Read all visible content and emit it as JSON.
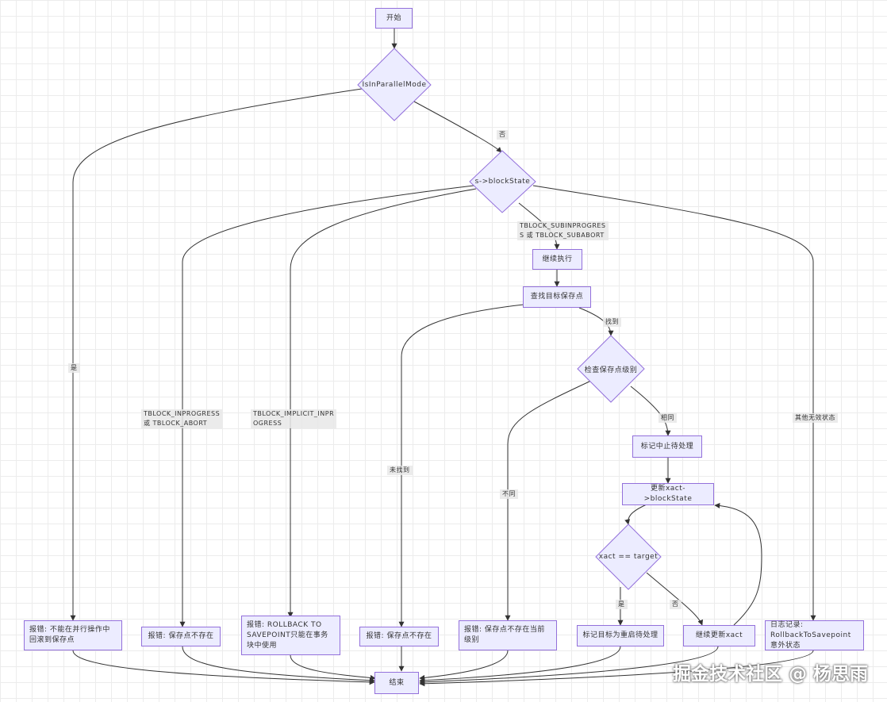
{
  "nodes": {
    "start": "开始",
    "is_parallel": "IsInParallelMode",
    "block_state": "s->blockState",
    "continue_exec": "继续执行",
    "find_savepoint": "查找目标保存点",
    "check_level": "检查保存点级别",
    "mark_abort_pending": "标记中止待处理",
    "update_xact_state": "更新xact->blockState",
    "xact_eq_target": "xact == target",
    "err_parallel": "报错: 不能在并行操作中回滚到保存点",
    "err_no_savepoint": "报错: 保存点不存在",
    "err_rollback_tx_block": "报错: ROLLBACK TO SAVEPOINT只能在事务块中使用",
    "err_not_found": "报错: 保存点不存在",
    "err_not_current_level": "报错: 保存点不存在当前级别",
    "mark_restart_pending": "标记目标为重启待处理",
    "continue_update_xact": "继续更新xact",
    "log_rollback": "日志记录: RollbackToSavepoint意外状态",
    "end": "结束"
  },
  "edge_labels": {
    "no": "否",
    "yes": "是",
    "subinprogress": "TBLOCK_SUBINPROGRES\nS 或 TBLOCK_SUBABORT",
    "inprogress": "TBLOCK_INPROGRESS\n或 TBLOCK_ABORT",
    "implicit": "TBLOCK_IMPLICIT_INPR\nOGRESS",
    "other_invalid": "其他无效状态",
    "found": "找到",
    "not_found": "未找到",
    "same": "相同",
    "different": "不同",
    "loop_yes": "是",
    "loop_no": "否"
  },
  "watermark": "掘金技术社区 @ 杨思雨",
  "colors": {
    "node_fill": "#ececff",
    "node_stroke": "#9370db",
    "edge": "#333333"
  }
}
